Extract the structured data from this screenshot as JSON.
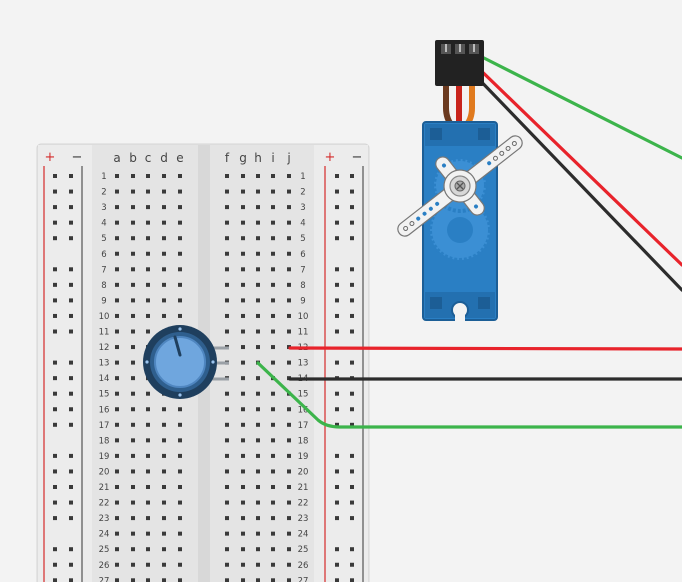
{
  "breadboard": {
    "rail_plus": "+",
    "rail_minus": "−",
    "left_columns": [
      "a",
      "b",
      "c",
      "d",
      "e"
    ],
    "right_columns": [
      "f",
      "g",
      "h",
      "i",
      "j"
    ],
    "row_labels": [
      "1",
      "2",
      "3",
      "4",
      "5",
      "6",
      "7",
      "8",
      "9",
      "10",
      "11",
      "12",
      "13",
      "14",
      "15",
      "16",
      "17",
      "18",
      "19",
      "20",
      "21",
      "22",
      "23",
      "24",
      "25",
      "26",
      "27"
    ]
  },
  "components": {
    "potentiometer": "potentiometer",
    "servo": "micro servo"
  },
  "wires": [
    {
      "name": "wire-red",
      "color": "#e8232b"
    },
    {
      "name": "wire-black",
      "color": "#2c2c2c"
    },
    {
      "name": "wire-green",
      "color": "#3cb44b"
    }
  ],
  "colors": {
    "canvas": "#f3f3f3",
    "breadboard": "#e4e4e4",
    "rail_red": "#d42a2a",
    "servo_blue": "#2a7fc4",
    "knob_blue": "#2f5f8e"
  }
}
